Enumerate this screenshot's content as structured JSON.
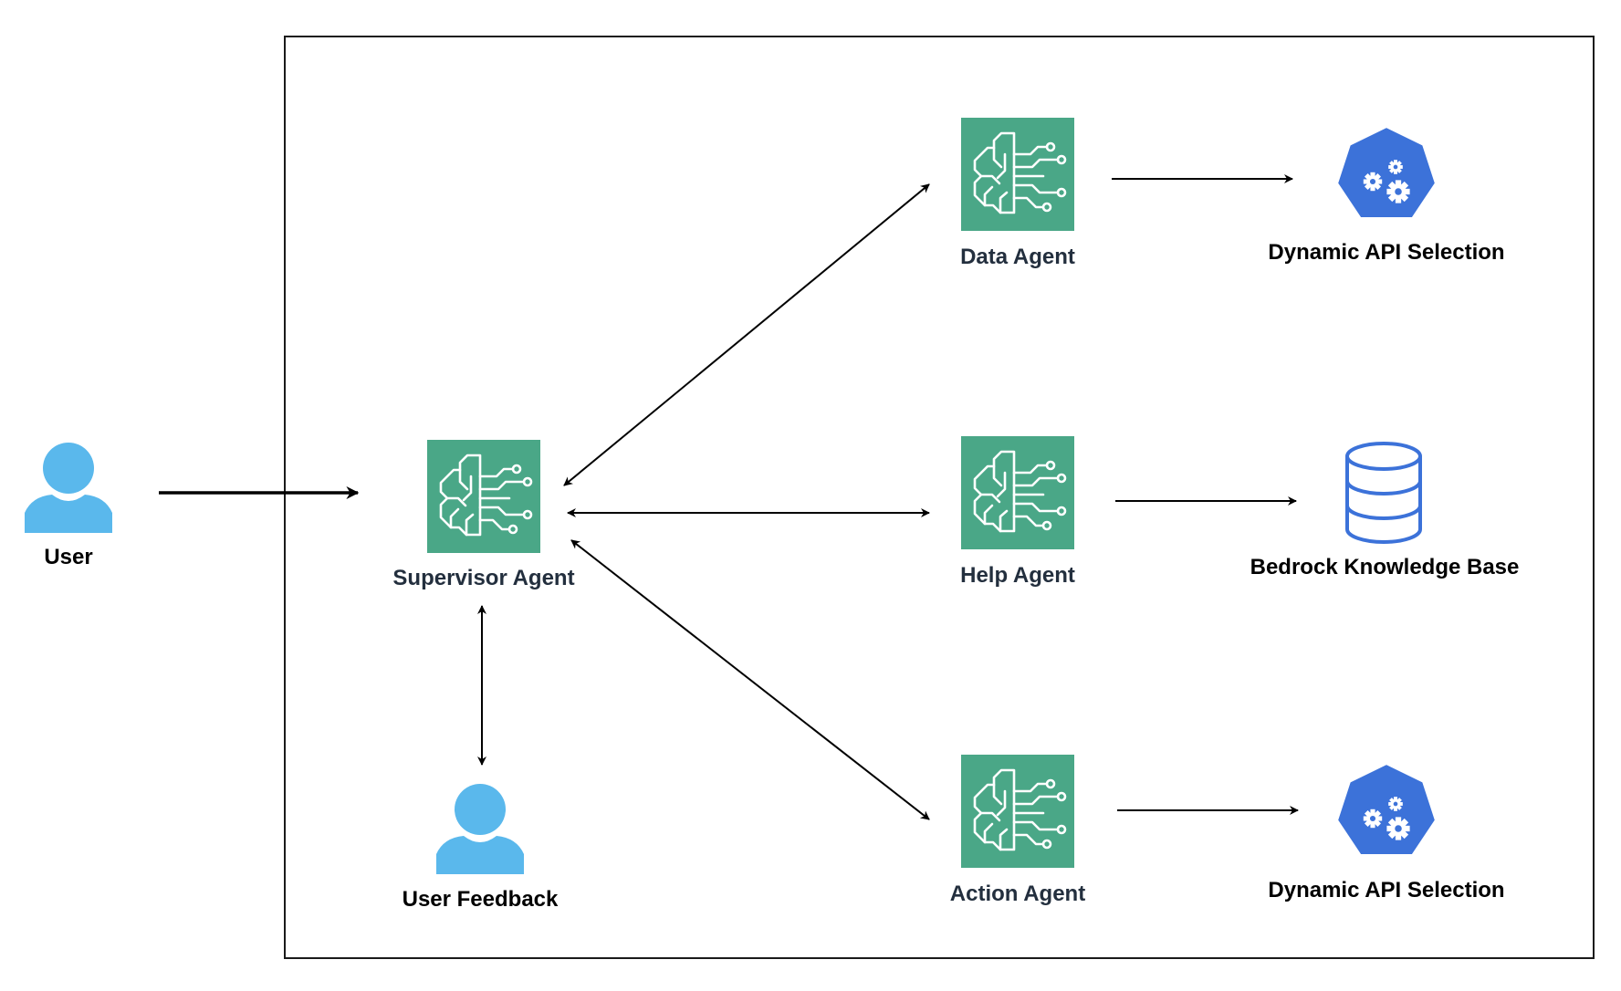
{
  "nodes": {
    "user": {
      "label": "User",
      "icon": "user-icon"
    },
    "supervisor": {
      "label": "Supervisor Agent",
      "icon": "brain-circuit-icon"
    },
    "user_feedback": {
      "label": "User Feedback",
      "icon": "user-icon"
    },
    "data_agent": {
      "label": "Data Agent",
      "icon": "brain-circuit-icon"
    },
    "help_agent": {
      "label": "Help Agent",
      "icon": "brain-circuit-icon"
    },
    "action_agent": {
      "label": "Action Agent",
      "icon": "brain-circuit-icon"
    },
    "api_top": {
      "label": "Dynamic API Selection",
      "icon": "heptagon-gears-icon"
    },
    "knowledge_base": {
      "label": "Bedrock Knowledge Base",
      "icon": "database-icon"
    },
    "api_bottom": {
      "label": "Dynamic API Selection",
      "icon": "heptagon-gears-icon"
    }
  },
  "colors": {
    "agent_fill": "#4aa787",
    "user_fill": "#5ab8ec",
    "api_fill": "#3c72d9",
    "database_stroke": "#3c72d9",
    "label_navy": "#232f3e",
    "label_black": "#000000",
    "border": "#1a1a1a"
  }
}
